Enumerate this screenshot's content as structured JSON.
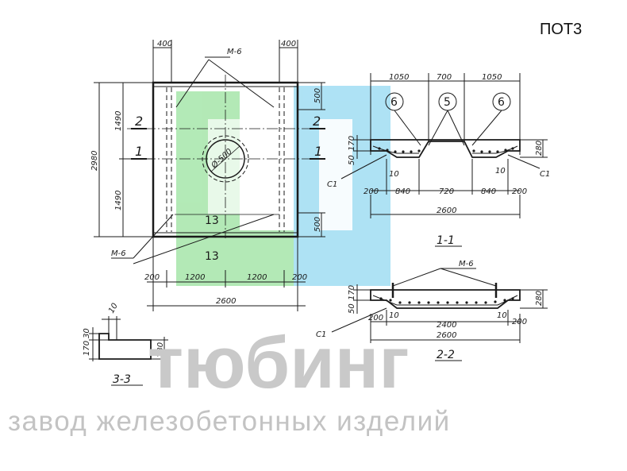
{
  "code": "ПОТ3",
  "watermark": {
    "brand": "тюбинг",
    "tagline": "завод железобетонных изделий",
    "color_green": "#9be3a0",
    "color_blue": "#8fd8f0"
  },
  "plan": {
    "dim_top_left": "400",
    "dim_top_right": "400",
    "mark_top": "М-6",
    "mark_bottom": "М-6",
    "dim_right_top": "500",
    "dim_right_bottom": "500",
    "dim_left_total": "2980",
    "dim_left_upper": "1490",
    "dim_left_lower": "1490",
    "hole": "Ø-500",
    "section_2": "2",
    "section_1": "1",
    "section_3_top": "13",
    "section_3_bottom": "13",
    "dim_bottom_edge_left": "200",
    "dim_bottom_mid_left": "1200",
    "dim_bottom_mid_right": "1200",
    "dim_bottom_edge_right": "200",
    "dim_bottom_total": "2600"
  },
  "section_1_1": {
    "dim_top_left": "1050",
    "dim_top_mid": "700",
    "dim_top_right": "1050",
    "callout_left": "6",
    "callout_mid": "5",
    "callout_right": "6",
    "dim_h_left_a": "170",
    "dim_h_left_b": "50",
    "dim_h_right": "280",
    "mark_left": "С1",
    "mark_right": "С1",
    "dim_small_left": "10",
    "dim_small_right": "10",
    "dim_bot_1": "200",
    "dim_bot_2": "840",
    "dim_bot_3": "720",
    "dim_bot_4": "840",
    "dim_bot_5": "200",
    "dim_total": "2600",
    "title": "1-1"
  },
  "section_2_2": {
    "mark": "М-6",
    "dim_h_left_a": "170",
    "dim_h_left_b": "50",
    "dim_h_right": "280",
    "mark_c1": "С1",
    "dim_small_left": "10",
    "dim_small_right": "10",
    "dim_bot_left": "200",
    "dim_bot_mid": "2400",
    "dim_bot_right": "200",
    "dim_total": "2600",
    "title": "2-2"
  },
  "section_3_3": {
    "dim_top": "10",
    "dim_left_a": "30",
    "dim_left_b": "170",
    "dim_right": "280",
    "title": "3-3"
  }
}
